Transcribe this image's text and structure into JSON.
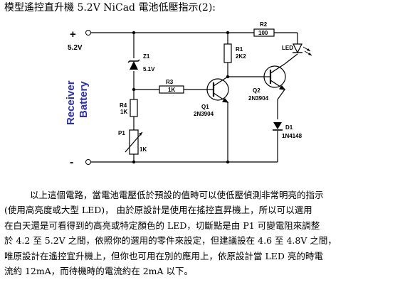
{
  "title": "模型遙控直升機 5.2V NiCad 電池低壓指示(2):",
  "circuit": {
    "plus": "+",
    "minus": "-",
    "supply": "5.2V",
    "battery_label": [
      "Receiver",
      "Battery"
    ],
    "components": {
      "z1": {
        "name": "Z1",
        "value": "5.1V"
      },
      "r1": {
        "name": "R1",
        "value": "2K2"
      },
      "r2": {
        "name": "R2",
        "value": "100"
      },
      "r3": {
        "name": "R3",
        "value": "1K"
      },
      "r4": {
        "name": "R4",
        "value": "1K"
      },
      "p1": {
        "name": "P1",
        "value": "1K"
      },
      "q1": {
        "name": "Q1",
        "value": "2N3904"
      },
      "q2": {
        "name": "Q2",
        "value": "2N3904"
      },
      "d1": {
        "name": "D1",
        "value": "1N4148"
      },
      "led": {
        "name": "LED"
      }
    }
  },
  "paragraph": [
    "以上這個電路，當電池電壓低於預設的值時可以使低壓偵測非常明亮的指示",
    "(使用高亮度或大型 LED)，  由於原設計是使用在搖控直昇機上，所以可以選用",
    "在白天還是可看得到的高亮或特定顏色的 LED，切斷點是由 P1 可變電阻來調整",
    "於 4.2 至 5.2V 之間，依照你的選用的零件來設定，但建議設在 4.6 至 4.8V 之間，",
    "唯原設計在遙控宜升機上，但你也可用在別的應用上，依原設計當 LED 亮的時電",
    "流約 12mA，而待機時的電流約在 2mA 以下。"
  ]
}
